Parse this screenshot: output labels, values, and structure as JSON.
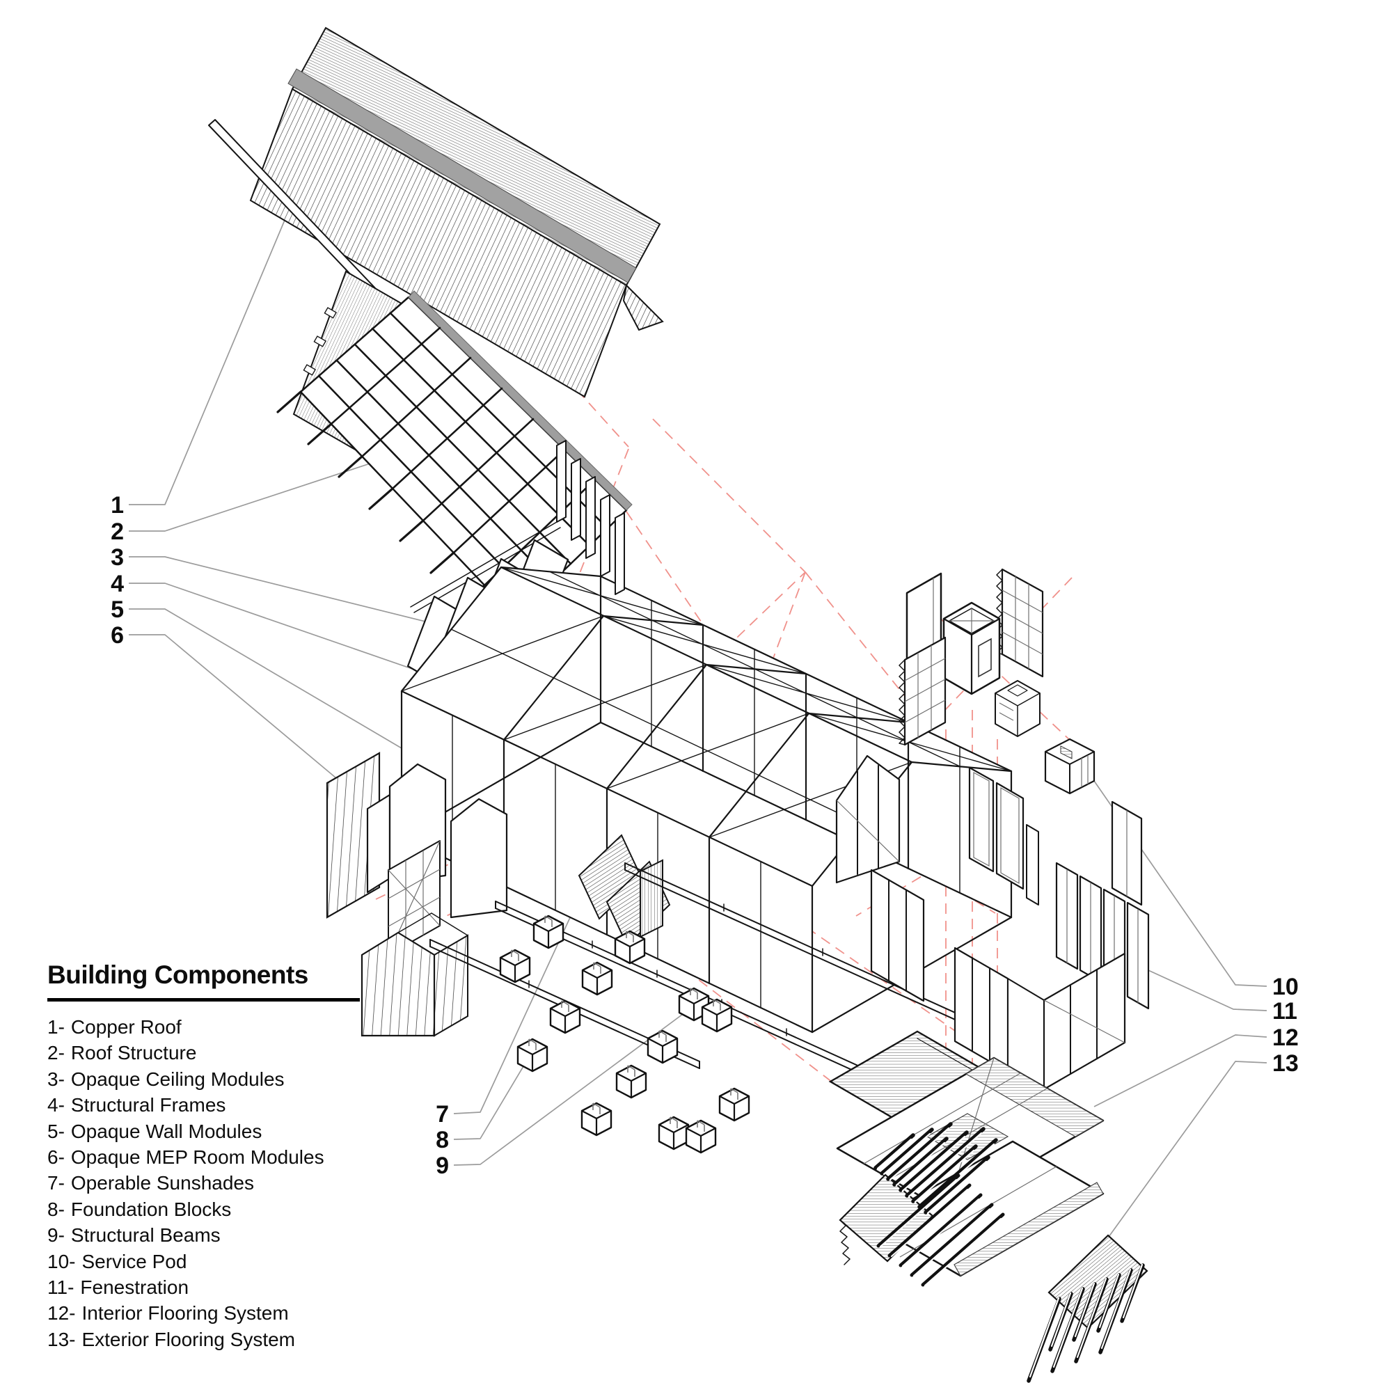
{
  "legend": {
    "title": "Building Components",
    "items": [
      {
        "num": "1-",
        "label": "Copper Roof"
      },
      {
        "num": "2-",
        "label": "Roof Structure"
      },
      {
        "num": "3-",
        "label": "Opaque Ceiling Modules"
      },
      {
        "num": "4-",
        "label": "Structural Frames"
      },
      {
        "num": "5-",
        "label": "Opaque Wall Modules"
      },
      {
        "num": "6-",
        "label": "Opaque MEP Room Modules"
      },
      {
        "num": "7-",
        "label": "Operable Sunshades"
      },
      {
        "num": "8-",
        "label": "Foundation Blocks"
      },
      {
        "num": "9-",
        "label": "Structural Beams"
      },
      {
        "num": "10-",
        "label": "Service Pod"
      },
      {
        "num": "11-",
        "label": "Fenestration"
      },
      {
        "num": "12-",
        "label": "Interior Flooring System"
      },
      {
        "num": "13-",
        "label": "Exterior Flooring System"
      }
    ]
  },
  "callouts": {
    "labels": [
      "1",
      "2",
      "3",
      "4",
      "5",
      "6",
      "7",
      "8",
      "9",
      "10",
      "11",
      "12",
      "13"
    ]
  },
  "colors": {
    "ink": "#151515",
    "leader_gray": "#9b9b9b",
    "explode_dash_red": "#f0918b",
    "ridge_gray": "#a2a2a2",
    "paper": "#ffffff"
  }
}
